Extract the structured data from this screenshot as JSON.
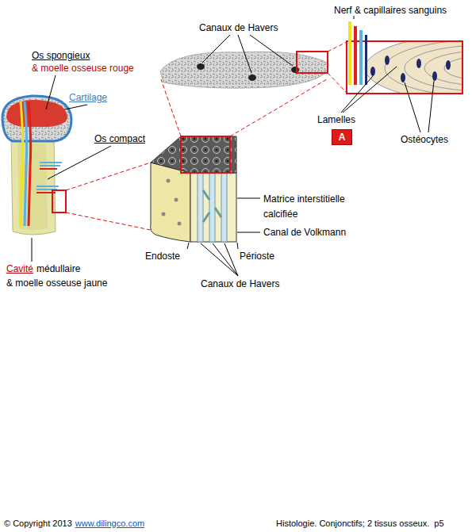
{
  "diagram": {
    "nodes": [
      {
        "text": [
          "A"
        ]
      }
    ],
    "labels": [
      "Canaux de Havers",
      "Nerf & capillaires sanguins",
      "Os spongieux",
      "& moelle osseuse rouge",
      "Cartilage",
      "Os compact",
      "Lamelles",
      "Ostéocytes",
      "Matrice interstitielle calcifiée",
      "Canal de Volkmann",
      "Endoste",
      "Périoste",
      "Canaux de Havers",
      "Cavité",
      "médullaire",
      "& moelle osseuse jaune",
      "© Copyright 2013",
      "www.dilingco.com",
      "Histologie. Conjonctifs; 2 tissus osseux.  p5"
    ]
  }
}
